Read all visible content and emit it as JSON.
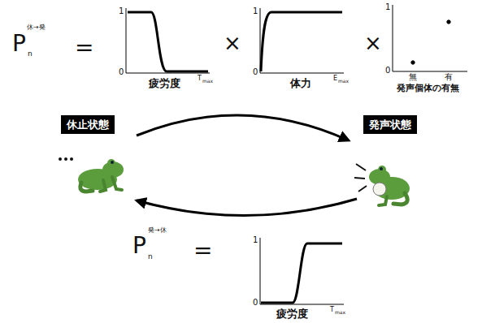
{
  "diagram": {
    "nodes": [
      {
        "text": [
          "休止状態"
        ]
      },
      {
        "text": [
          "発声状態"
        ]
      }
    ],
    "edges": [
      {
        "from": 0,
        "to": 1,
        "arrow": "to"
      },
      {
        "from": 1,
        "to": 0,
        "arrow": "to"
      }
    ],
    "labels": [
      "P",
      "休→発",
      "n",
      "=",
      "1",
      "0",
      "T",
      "max",
      "疲労度",
      "×",
      "1",
      "0",
      "E",
      "max",
      "体力",
      "×",
      "1",
      "0",
      "無",
      "有",
      "発声個体の有無",
      "P",
      "発→休",
      "n",
      "=",
      "1",
      "0",
      "T",
      "max",
      "疲労度"
    ]
  }
}
